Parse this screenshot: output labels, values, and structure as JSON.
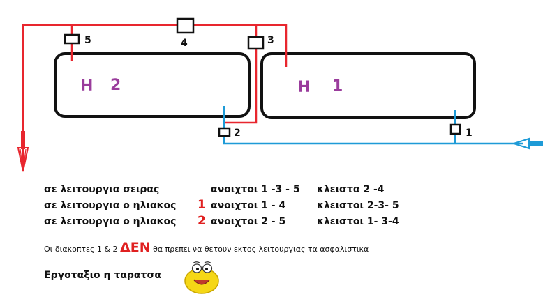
{
  "colors": {
    "hot": "#e8262e",
    "cold": "#1e9bd7",
    "tank": "#111111",
    "heater_label": "#9a3c9c",
    "emphasis": "#e02020"
  },
  "heaters": [
    {
      "id": "h2",
      "letter": "Η",
      "number": "2"
    },
    {
      "id": "h1",
      "letter": "Η",
      "number": "1"
    }
  ],
  "valves": [
    {
      "id": "v5",
      "label": "5"
    },
    {
      "id": "v4",
      "label": "4"
    },
    {
      "id": "v3",
      "label": "3"
    },
    {
      "id": "v2",
      "label": "2"
    },
    {
      "id": "v1",
      "label": "1"
    }
  ],
  "modes": [
    {
      "mode": "σε λειτουργια σειρας",
      "mode_num": "",
      "open": "ανοιχτοι  1 -3 - 5",
      "closed": "κλειστα  2 -4"
    },
    {
      "mode": "σε λειτουργια ο ηλιακος",
      "mode_num": "1",
      "open": "ανοιχτοι  1 - 4",
      "closed": "κλειστοι 2-3- 5"
    },
    {
      "mode": "σε λειτουργια ο ηλιακος",
      "mode_num": "2",
      "open": "ανοιχτοι  2 - 5",
      "closed": "κλειστοι 1- 3-4"
    }
  ],
  "note": {
    "before": "Οι διακοπτες 1 & 2",
    "emphasis": "ΔΕΝ",
    "after": "θα πρεπει να θετουν εκτος  λειτουργιας τα ασφαλιστικα"
  },
  "footer": {
    "location": "Εργοταξιο η ταρατσα",
    "emoji_icon": "smiley-face-icon"
  }
}
